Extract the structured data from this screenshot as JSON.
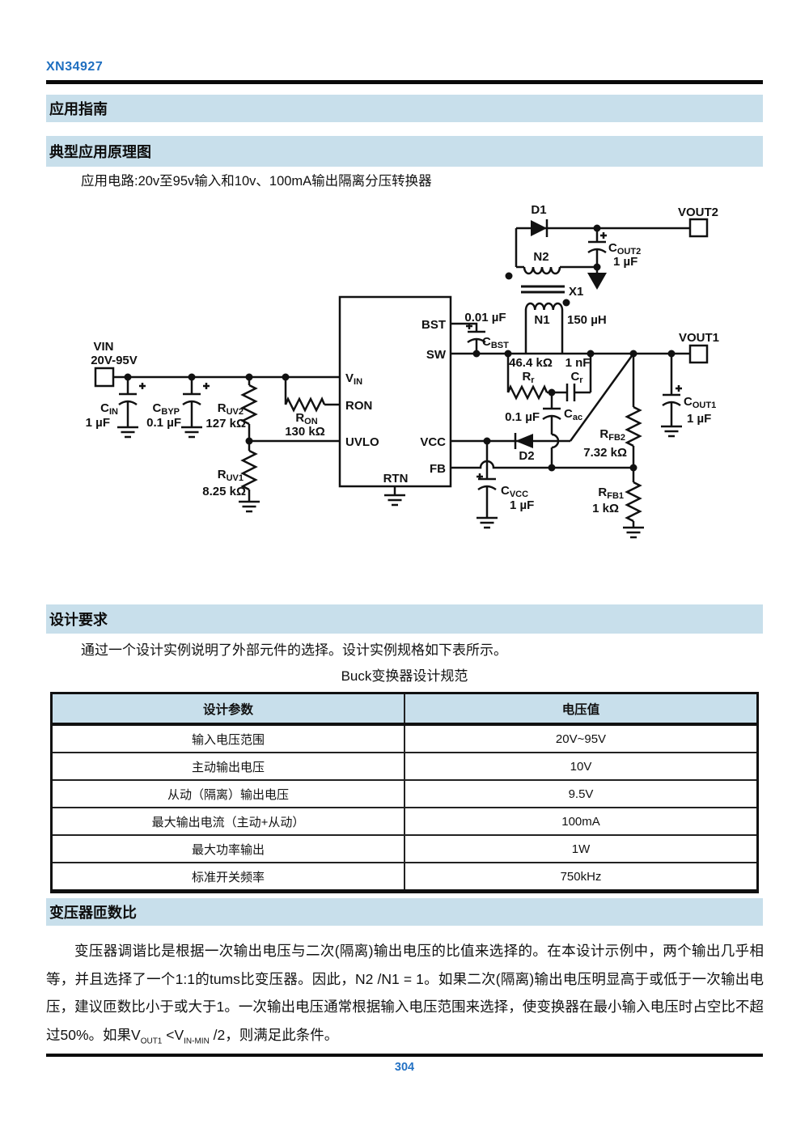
{
  "page": {
    "header_title": "XN34927",
    "page_number": "304",
    "accent_color": "#1f6fc0",
    "banner_bg": "#c8dfeb"
  },
  "sections": {
    "s1": "应用指南",
    "s2": "典型应用原理图",
    "s3": "设计要求",
    "s4": "变压器匝数比"
  },
  "circuit": {
    "caption": "应用电路:20v至95v输入和10v、100mA输出隔离分压转换器",
    "vin_label": "VIN",
    "vin_range": "20V-95V",
    "vout1_label": "VOUT1",
    "vout2_label": "VOUT2",
    "pins": {
      "vin_base": "V",
      "vin_sub": "IN",
      "ron": "RON",
      "uvlo": "UVLO",
      "bst": "BST",
      "sw": "SW",
      "vcc": "VCC",
      "fb": "FB",
      "rtn": "RTN"
    },
    "parts": {
      "cin": {
        "base": "C",
        "sub": "IN",
        "value": "1 µF"
      },
      "cbyp": {
        "base": "C",
        "sub": "BYP",
        "value": "0.1 µF"
      },
      "ruv2": {
        "base": "R",
        "sub": "UV2",
        "value": "127 kΩ"
      },
      "ruv1": {
        "base": "R",
        "sub": "UV1",
        "value": "8.25 kΩ"
      },
      "ron": {
        "base": "R",
        "sub": "ON",
        "value": "130 kΩ"
      },
      "cbst": {
        "base": "C",
        "sub": "BST",
        "value": "0.01 µF"
      },
      "rr": {
        "base": "R",
        "sub": "r",
        "value": "46.4 kΩ"
      },
      "cr": {
        "base": "C",
        "sub": "r",
        "value": "1 nF"
      },
      "cac": {
        "base": "C",
        "sub": "ac",
        "value": "0.1 µF"
      },
      "cvcc": {
        "base": "C",
        "sub": "VCC",
        "value": "1 µF"
      },
      "rfb2": {
        "base": "R",
        "sub": "FB2",
        "value": "7.32 kΩ"
      },
      "rfb1": {
        "base": "R",
        "sub": "FB1",
        "value": "1 kΩ"
      },
      "cout1": {
        "base": "C",
        "sub": "OUT1",
        "value": "1 µF"
      },
      "cout2": {
        "base": "C",
        "sub": "OUT2",
        "value": "1 µF"
      },
      "d1": "D1",
      "d2": "D2",
      "n1": "N1",
      "n1_value": "150 µH",
      "n2": "N2",
      "x1": "X1"
    }
  },
  "design": {
    "intro": "通过一个设计实例说明了外部元件的选择。设计实例规格如下表所示。",
    "table_title": "Buck变换器设计规范",
    "table": {
      "headers": [
        "设计参数",
        "电压值"
      ],
      "rows": [
        [
          "输入电压范围",
          "20V~95V"
        ],
        [
          "主动输出电压",
          "10V"
        ],
        [
          "从动（隔离）输出电压",
          "9.5V"
        ],
        [
          "最大输出电流（主动+从动）",
          "100mA"
        ],
        [
          "最大功率输出",
          "1W"
        ],
        [
          "标准开关频率",
          "750kHz"
        ]
      ]
    }
  },
  "turns": {
    "p1": "变压器调谐比是根据一次输出电压与二次(隔离)输出电压的比值来选择的。在本设计示例中，两个输出几乎相等，并且选择了一个1:1的tums比变压器。因此，N2 /N1 = 1。如果二次(隔离)输出电压明显高于或低于一次输出电压，建议匝数比小于或大于1。一次输出电压通常根据输入电压范围来选择，使变换器在最小输入电压时占空比不超过50%。如果V",
    "sub1": "OUT1",
    "mid": " <V",
    "sub2": "IN-MIN",
    "tail": " /2，则满足此条件。"
  }
}
